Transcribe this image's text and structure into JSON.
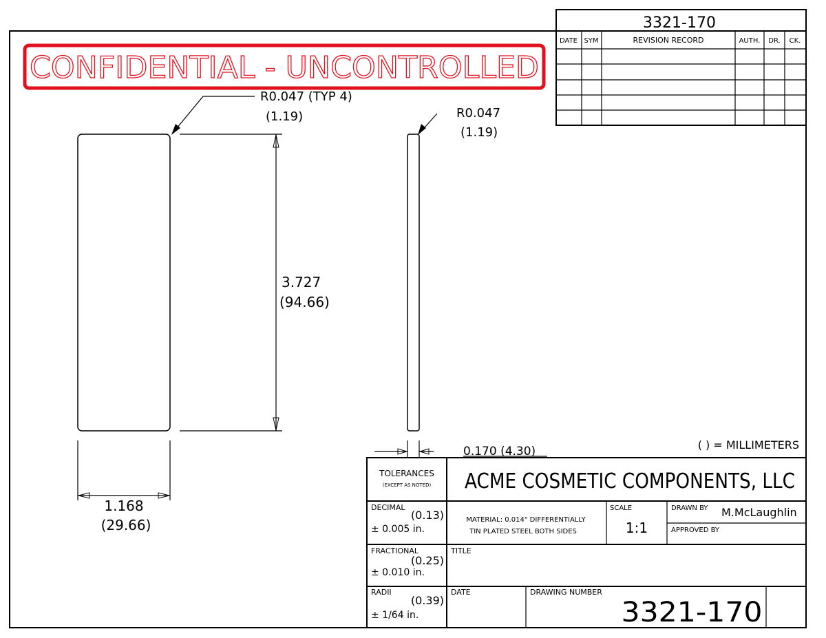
{
  "rev_block": {
    "number": "3321-170",
    "headers": {
      "date": "DATE",
      "sym": "SYM",
      "record": "REVISION RECORD",
      "auth": "AUTH.",
      "dr": "DR.",
      "ck": "CK."
    }
  },
  "stamp": {
    "text": "CONFIDENTIAL - UNCONTROLLED",
    "color": "#e0121f"
  },
  "front_view": {
    "radius_note": "R0.047 (TYP 4)",
    "radius_note_mm": "(1.19)",
    "height": "3.727",
    "height_mm": "(94.66)",
    "width": "1.168",
    "width_mm": "(29.66)"
  },
  "side_view": {
    "radius_note": "R0.047",
    "radius_note_mm": "(1.19)",
    "thickness": "0.170 (4.30)"
  },
  "units_note": "( ) = MILLIMETERS",
  "title_block": {
    "tolerances_label": "TOLERANCES",
    "tolerances_sub": "(EXCEPT AS NOTED)",
    "company": "ACME COSMETIC COMPONENTS, LLC",
    "decimal_label": "DECIMAL",
    "decimal_mm": "(0.13)",
    "decimal_value": "± 0.005 in.",
    "material_line1": "MATERIAL: 0.014\" DIFFERENTIALLY",
    "material_line2": "TIN PLATED STEEL BOTH SIDES",
    "scale_label": "SCALE",
    "scale_value": "1:1",
    "drawn_by_label": "DRAWN BY",
    "drawn_by_value": "M.McLaughlin",
    "approved_by_label": "APPROVED BY",
    "fractional_label": "FRACTIONAL",
    "fractional_mm": "(0.25)",
    "fractional_value": "± 0.010 in.",
    "title_label": "TITLE",
    "radii_label": "RADII",
    "radii_mm": "(0.39)",
    "radii_value": "± 1/64 in.",
    "date_label": "DATE",
    "drawing_number_label": "DRAWING NUMBER",
    "drawing_number": "3321-170"
  }
}
